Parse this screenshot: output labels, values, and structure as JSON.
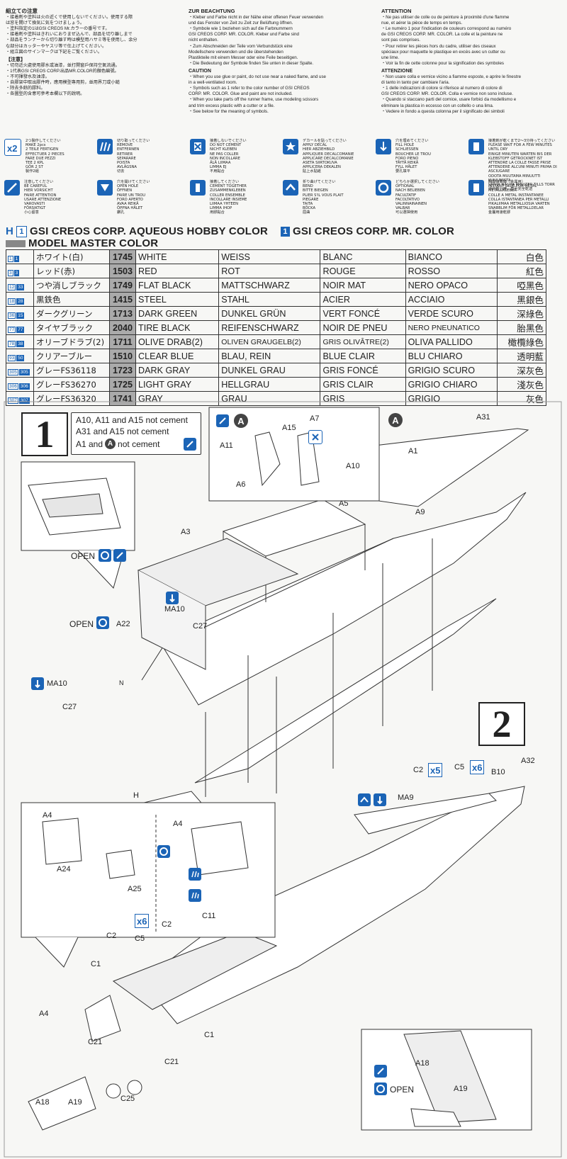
{
  "notes": {
    "jp": {
      "title": "組立ての注意",
      "lines": [
        "・接着剤や塗料は火の近くで使用しないでください。使用する際",
        "は窓を開けて換気に気をつけましょう。",
        "・塗料指定の1はGSI CREOS Mr.カラーの番号です。",
        "・接着剤や塗料はきれいにおりまぜ込んで、部品を切り離しまで",
        "・部品をランナーから切り離す時は模型用ハサミ等を使用し、余分",
        "な部分はカッターやヤスリ等で仕上げてください。",
        "・組立図のサインマークは下記をご覧ください。"
      ],
      "sub": "【注意】",
      "lines2": [
        "・切勿近火處使用膠水或油漆，並打開窗戶保持空氣流通。",
        "・1代表GSI CREOS CORP.出品MR.COLOR的顏色編號。",
        "・不可揮發水及油漆。",
        "・自膠架中取出膠件時，應用模型專用剪，並用界刀或小鎚",
        "・除去多餘的膠料。",
        "・各圖型的含意可參考本欄以下的說明。"
      ]
    },
    "de": {
      "title": "ZUR BEACHTUNG",
      "lines": [
        "・Kleber und Farbe nicht in der Nähe einer offenen Feuer verwenden",
        "und das Fenster von Zeit zu Zeit zur Belüftung öffnen.",
        "・Symbole wie 1 beziehen sich auf die Farbnummern",
        "GSI CREOS CORP. MR. COLOR. Kleber und Farbe sind",
        "nicht enthalten.",
        "・Zum Abschneiden der Teile vom Verbundstück eine",
        "Modellschere verwenden und die überstehenden",
        "Plastikteile mit einem Messer oder eine Feile beseitigen.",
        "・Die Bedeutung der Symbole finden Sie unten in dieser Spalte."
      ],
      "sub": "CAUTION",
      "lines2": [
        "・When you use glue or paint, do not use near a naked flame, and use",
        "in a well-ventilated room.",
        "・Symbols such as 1 refer to the color number of GSI CREOS",
        "CORP. MR. COLOR. Glue and paint are not included.",
        "・When you take parts off the runner frame, use modeling scissors",
        "and trim excess plastic with a cutter or a file.",
        "・See below for the meaning of symbols."
      ]
    },
    "fr": {
      "title": "ATTENTION",
      "lines": [
        "・Ne pas utiliser de colle ou de peinture à proximité d'une flamme",
        "nue, et aérer la pièce de temps en temps.",
        "・Le numéro 1 pour l'indication de couleurs correspond au numéro",
        "de GSI CREOS CORP. MR. COLOR. La colle et la peinture ne",
        "sont pas comprises.",
        "・Pour retirer les pièces hors du cadre, utiliser des ciseaux",
        "spéciaux pour maquette le plastique en excès avec un cutter ou",
        "une lime.",
        "・Voir la fin de cette colonne pour la signification des symboles"
      ],
      "sub": "ATTENZIONE",
      "lines2": [
        "・Non usare colla e vernice vicino a fiamme esposte, e aprire le finestre",
        "di tanto in tanto per cambiare l'aria.",
        "・1 delle indicazioni di colore si riferisce al numero di colore di",
        "GSI CREOS CORP. MR. COLOR. Colla e vernice non sono incluse.",
        "・Quando si staccano parti del cornice, usare forbici da modellismo e",
        "eliminare la plastica in eccesso con un coltello o una lima.",
        "・Vedere in fondo a questa colonna per il significato dei simboli"
      ]
    }
  },
  "symbols": [
    {
      "icon": "x2",
      "text": [
        "2つ製作してください",
        "MAKE 2pcs",
        "2 TEILE FERTIGEN",
        "EFFECTUER 2 PIECES",
        "FARE DUE PEZZI",
        "TEE 2 KPL",
        "GÖR 2 ST",
        "製作2組"
      ]
    },
    {
      "icon": "cut",
      "text": [
        "切り取ってください",
        "REMOVE",
        "ENTFERNEN",
        "RETIRER",
        "SEPARARE",
        "POISTA",
        "AVLÄGSNA",
        "切去"
      ]
    },
    {
      "icon": "no-cement",
      "text": [
        "接着しないでください",
        "DO NOT CEMENT",
        "NICHT KLEBEN",
        "NE PAS COLLER",
        "NON INCOLLARE",
        "ÄLÄ LIIMAA",
        "LIMMA EJ",
        "不用黏合"
      ]
    },
    {
      "icon": "decal",
      "text": [
        "デカールを貼ってください",
        "APPLY DECAL",
        "HIER ABZIEHBILD",
        "APPLIQUER DECALCOMANIE",
        "APPLICARE DECALCOMANIE",
        "ASETA SIIRTOKUVA",
        "APPLICERA DEKALEN",
        "貼上水貼紙"
      ]
    },
    {
      "icon": "drill",
      "text": [
        "穴を埋めてください",
        "FILL HOLE",
        "SCHLIESSEN",
        "BOUCHER LE TROU",
        "FORO PIENO",
        "TÄYTÄ REIKÄ",
        "FYLL HÅLET",
        "要孔填平"
      ]
    },
    {
      "icon": "glue",
      "text": [
        "接着剤が乾くまで2～3分待ってください",
        "PLEASE WAIT FOR A FEW MINUTES UNTIL DRY",
        "EINIGE MINUTEN WARTEN BIS DER KLEBSTOFF GETROCKNET IST",
        "ATTENDRE LA COLLE FASSE PRISE",
        "ATTENDERE ALCUNI MINUTI PRIMA DI ASCIUGARE",
        "ODOTA MUUTAMA MINUUTTI KUIVUMISTA",
        "VÄNTA NÅGRA MINUTER TILLS TORR",
        "待約數分鐘，直至完全乾透"
      ]
    },
    {
      "icon": "careful",
      "text": [
        "注意してください",
        "BE CAREFUL",
        "HIER VORSICHT",
        "FAIRE ATTENTION",
        "USARE ATTENZIONE",
        "VAROVASTI",
        "FÖRSIKTIGT",
        "小心留意"
      ]
    },
    {
      "icon": "open",
      "text": [
        "穴を開けてください",
        "OPEN HOLE",
        "ÖFFNEN",
        "FAIRE UN TROU",
        "FORO APERTO",
        "AVAA REIKÄ",
        "ÖPPNA HÅLET",
        "鑽孔"
      ]
    },
    {
      "icon": "together",
      "text": [
        "接着してください",
        "CEMENT TOGETHER",
        "ZUSAMMENKLEBEN",
        "COLLER ENSEMBLE",
        "INCOLLARE INSIEME",
        "LIIMAA YHTEEN",
        "LIMMA IHOP",
        "用膠黏合"
      ]
    },
    {
      "icon": "bend",
      "text": [
        "折り曲げてください",
        "BEND",
        "BITTE BIEGEN",
        "PLIER S'IL VOUS PLAIT",
        "PIEGARE",
        "TAITA",
        "BÖCKA",
        "屈曲"
      ]
    },
    {
      "icon": "optional",
      "text": [
        "どちらか選択してください",
        "OPTIONAL",
        "NACH BELIEBEN",
        "FACULTATIF",
        "FACOLTATIVO",
        "VALINNAINAINEN",
        "VALBAR",
        "可以選擇使用"
      ]
    },
    {
      "icon": "instant",
      "text": [
        "瞬間接着剤（金属用）",
        "INSTANT GLUE FOR METAL",
        "METALLKLEBER",
        "COLLE A METAL INSTANTANEE",
        "COLLA ISTANTANEA PER METALLI",
        "PIKALIIMAA METALLIOSIA VARTEN",
        "SNABBLIM FÖR METALLDELAR",
        "金屬用速乾膠"
      ]
    }
  ],
  "color_header": {
    "h_badge": "H",
    "num_badge": "1",
    "aqueous": "GSI CREOS CORP. AQUEOUS HOBBY COLOR",
    "mr_color": "GSI CREOS CORP. MR. COLOR",
    "model_master": "MODEL MASTER COLOR"
  },
  "colors": [
    {
      "h": "1",
      "mr": "1",
      "jp": "ホワイト(白)",
      "mm": "1745",
      "en": "WHITE",
      "de": "WEISS",
      "fr": "BLANC",
      "it": "BIANCO",
      "cn": "白色"
    },
    {
      "h": "3",
      "mr": "3",
      "jp": "レッド(赤)",
      "mm": "1503",
      "en": "RED",
      "de": "ROT",
      "fr": "ROUGE",
      "it": "ROSSO",
      "cn": "紅色"
    },
    {
      "h": "12",
      "mr": "33",
      "jp": "つや消しブラック",
      "mm": "1749",
      "en": "FLAT BLACK",
      "de": "MATTSCHWARZ",
      "fr": "NOIR MAT",
      "it": "NERO OPACO",
      "cn": "啞黑色"
    },
    {
      "h": "18",
      "mr": "28",
      "jp": "黒鉄色",
      "mm": "1415",
      "en": "STEEL",
      "de": "STAHL",
      "fr": "ACIER",
      "it": "ACCIAIO",
      "cn": "黑銀色"
    },
    {
      "h": "36",
      "mr": "15",
      "jp": "ダークグリーン",
      "mm": "1713",
      "en": "DARK GREEN",
      "de": "DUNKEL GRÜN",
      "fr": "VERT FONCÉ",
      "it": "VERDE SCURO",
      "cn": "深綠色"
    },
    {
      "h": "77",
      "mr": "77",
      "jp": "タイヤブラック",
      "mm": "2040",
      "en": "TIRE BLACK",
      "de": "REIFENSCHWARZ",
      "fr": "NOIR DE PNEU",
      "it": "NERO PNEUNATICO",
      "cn": "胎黑色"
    },
    {
      "h": "78",
      "mr": "38",
      "jp": "オリーブドラブ(2)",
      "mm": "1711",
      "en": "OLIVE DRAB(2)",
      "de": "OLIVEN GRAUGELB(2)",
      "fr": "GRIS OLIVÂTRE(2)",
      "it": "OLIVA PALLIDO",
      "cn": "橄欖綠色"
    },
    {
      "h": "93",
      "mr": "50",
      "jp": "クリアーブルー",
      "mm": "1510",
      "en": "CLEAR BLUE",
      "de": "BLAU, REIN",
      "fr": "BLUE CLAIR",
      "it": "BLU CHIARO",
      "cn": "透明藍"
    },
    {
      "h": "305",
      "mr": "305",
      "jp": "グレーFS36118",
      "mm": "1723",
      "en": "DARK GRAY",
      "de": "DUNKEL GRAU",
      "fr": "GRIS FONCÉ",
      "it": "GRIGIO SCURO",
      "cn": "深灰色"
    },
    {
      "h": "306",
      "mr": "306",
      "jp": "グレーFS36270",
      "mm": "1725",
      "en": "LIGHT GRAY",
      "de": "HELLGRAU",
      "fr": "GRIS CLAIR",
      "it": "GRIGIO CHIARO",
      "cn": "淺灰色"
    },
    {
      "h": "307",
      "mr": "307",
      "jp": "グレーFS36320",
      "mm": "1741",
      "en": "GRAY",
      "de": "GRAU",
      "fr": "GRIS",
      "it": "GRIGIO",
      "cn": "灰色"
    }
  ],
  "step1": {
    "number": "1",
    "note1": "A10, A11 and A15 not cement",
    "note2": "A31 and A15 not cement",
    "note3_pre": "A1 and",
    "note3_badge": "A",
    "note3_post": "not cement",
    "open": "OPEN",
    "labels": {
      "a11": "A11",
      "a15": "A15",
      "a7": "A7",
      "a10": "A10",
      "a6": "A6",
      "a31": "A31",
      "a1": "A1",
      "a9": "A9",
      "a5": "A5",
      "a3": "A3",
      "ma10a": "MA10",
      "c27a": "C27",
      "a22": "A22",
      "ma10b": "MA10",
      "c27b": "C27",
      "n": "N",
      "h": "H",
      "ca": "A",
      "cb": "A"
    }
  },
  "step2": {
    "number": "2",
    "open": "OPEN",
    "x5": "x5",
    "x6": "x6",
    "x6b": "x6",
    "labels": {
      "c2": "C2",
      "c5": "C5",
      "b10": "B10",
      "a32": "A32",
      "ma9": "MA9",
      "a4a": "A4",
      "a24": "A24",
      "a4b": "A4",
      "a25": "A25",
      "c11": "C11",
      "c2b": "C2",
      "c2c": "C2",
      "c5b": "C5",
      "c1": "C1",
      "a4c": "A4",
      "c21a": "C21",
      "c21b": "C21",
      "c1b": "C1",
      "c25": "C25",
      "a18": "A18",
      "a19": "A19",
      "a18b": "A18",
      "a19b": "A19"
    }
  },
  "colors_meta": {
    "accent": "#1b64b6",
    "code_fill": "#aaaaaa"
  }
}
